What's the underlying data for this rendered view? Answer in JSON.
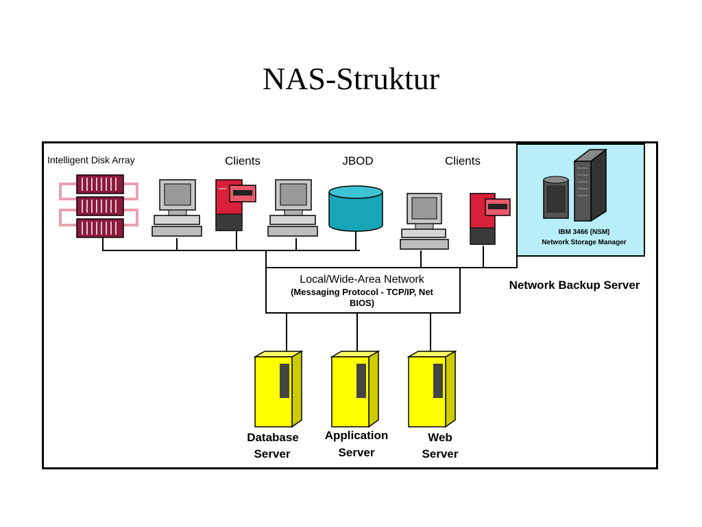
{
  "slide": {
    "title": "NAS-Struktur"
  },
  "diagram": {
    "labels": {
      "intelligent_disk_array": "Intelligent Disk Array",
      "clients_left": "Clients",
      "jbod": "JBOD",
      "clients_right": "Clients",
      "nsm_line1": "IBM 3466 (NSM)",
      "nsm_line2": "Network Storage Manager",
      "network_backup_server": "Network Backup Server",
      "network_line1": "Local/Wide-Area Network",
      "network_line2": "(Messaging Protocol - TCP/IP, Net",
      "network_line3": "BIOS)",
      "db_line1": "Database",
      "db_line2": "Server",
      "app_line1": "Application",
      "app_line2": "Server",
      "web_line1": "Web",
      "web_line2": "Server"
    },
    "colors": {
      "disk_array": "#8b1a3c",
      "disk_frame": "#e8a0b0",
      "client_gray": "#c8c8c8",
      "client_red": "#d8203a",
      "jbod": "#17a5b8",
      "server_yellow": "#ffff00",
      "nsm_background": "#b8eef8"
    }
  }
}
